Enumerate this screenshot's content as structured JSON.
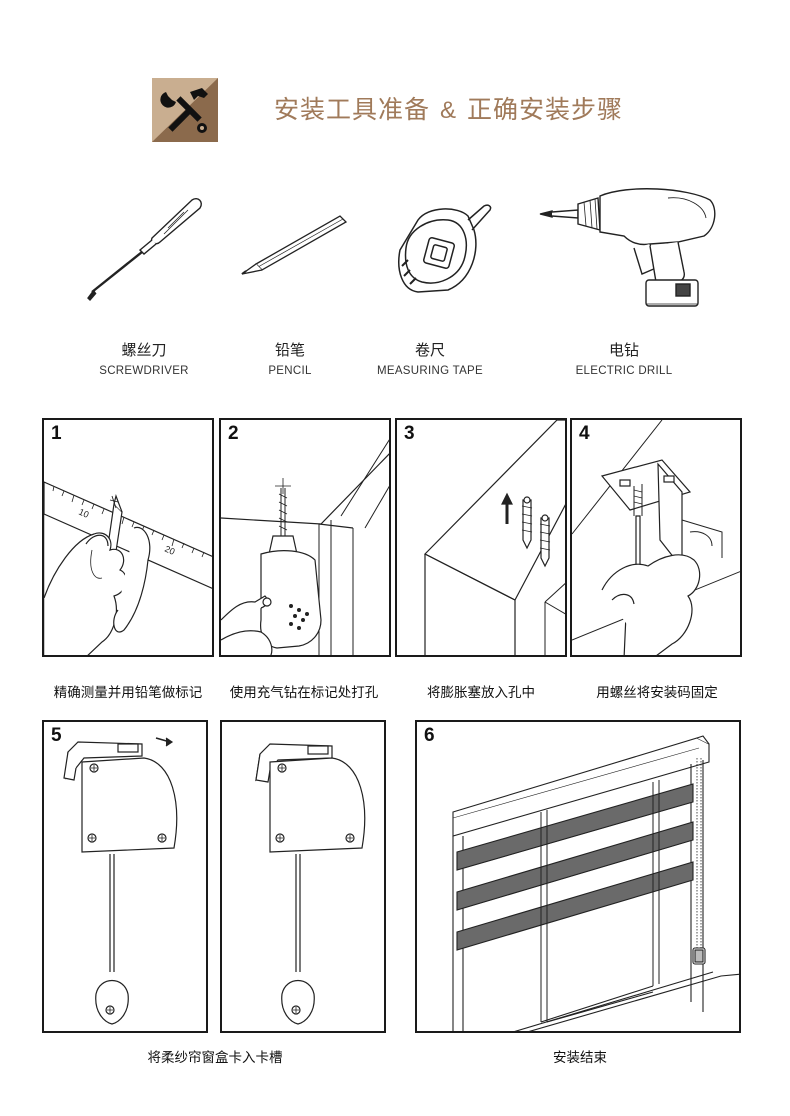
{
  "header": {
    "title_part1": "安装工具准备",
    "amp": "&",
    "title_part2": "正确安装步骤",
    "icon": "tools-icon",
    "accent_color": "#a07a5a",
    "icon_bg_color": "#8b6a4c"
  },
  "tools": [
    {
      "name_cn": "螺丝刀",
      "name_en": "SCREWDRIVER",
      "icon": "screwdriver-icon"
    },
    {
      "name_cn": "铅笔",
      "name_en": "PENCIL",
      "icon": "pencil-icon"
    },
    {
      "name_cn": "卷尺",
      "name_en": "MEASURING TAPE",
      "icon": "measuring-tape-icon"
    },
    {
      "name_cn": "电钻",
      "name_en": "ELECTRIC DRILL",
      "icon": "electric-drill-icon"
    }
  ],
  "steps": [
    {
      "number": "1",
      "caption": "精确测量并用铅笔做标记"
    },
    {
      "number": "2",
      "caption": "使用充气钻在标记处打孔"
    },
    {
      "number": "3",
      "caption": "将膨胀塞放入孔中"
    },
    {
      "number": "4",
      "caption": "用螺丝将安装码固定"
    },
    {
      "number": "5",
      "caption": "将柔纱帘窗盒卡入卡槽"
    },
    {
      "number": "6",
      "caption": "安装结束"
    }
  ],
  "ruler_labels": [
    "10",
    "20"
  ]
}
